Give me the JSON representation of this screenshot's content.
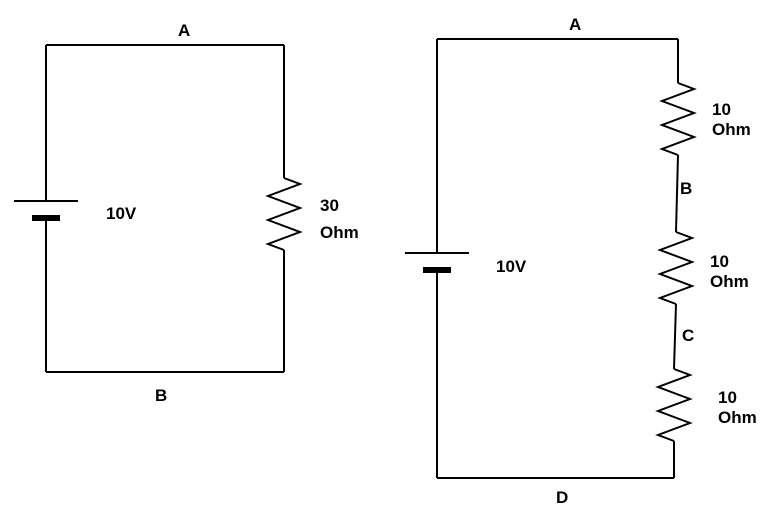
{
  "circuit_left": {
    "node_top": "A",
    "node_bottom": "B",
    "source": "10V",
    "resistor": {
      "value": "30",
      "unit": "Ohm"
    }
  },
  "circuit_right": {
    "node_top": "A",
    "node_between_r1_r2": "B",
    "node_between_r2_r3": "C",
    "node_bottom": "D",
    "source": "10V",
    "resistors": [
      {
        "value": "10",
        "unit": "Ohm"
      },
      {
        "value": "10",
        "unit": "Ohm"
      },
      {
        "value": "10",
        "unit": "Ohm"
      }
    ]
  },
  "colors": {
    "wire": "#000000",
    "background": "#ffffff"
  }
}
